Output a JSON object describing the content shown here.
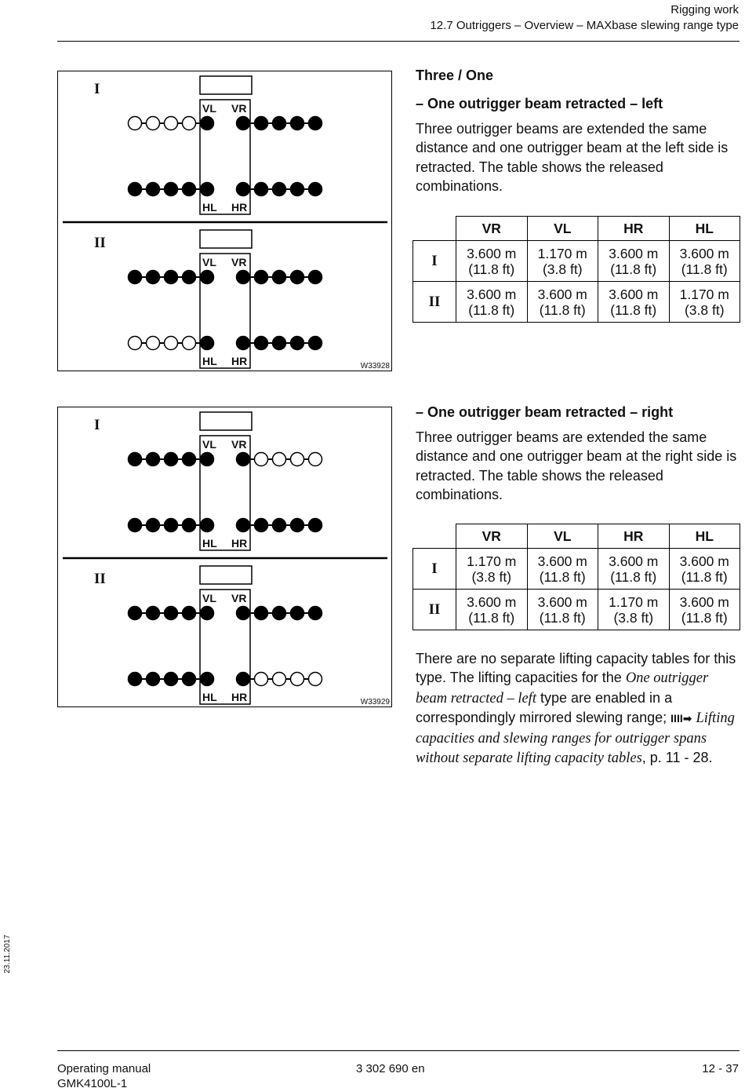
{
  "header": {
    "section": "Rigging work",
    "subsection": "12.7 Outriggers – Overview – MAXbase slewing range type"
  },
  "figures": [
    {
      "code": "W33928",
      "panels": [
        {
          "label": "I",
          "front": {
            "left_extended": 0,
            "right_extended": 4
          },
          "rear": {
            "left_extended": 4,
            "right_extended": 4
          }
        },
        {
          "label": "II",
          "front": {
            "left_extended": 4,
            "right_extended": 4
          },
          "rear": {
            "left_extended": 0,
            "right_extended": 4
          }
        }
      ]
    },
    {
      "code": "W33929",
      "panels": [
        {
          "label": "I",
          "front": {
            "left_extended": 4,
            "right_extended": 0
          },
          "rear": {
            "left_extended": 4,
            "right_extended": 4
          }
        },
        {
          "label": "II",
          "front": {
            "left_extended": 4,
            "right_extended": 4
          },
          "rear": {
            "left_extended": 4,
            "right_extended": 0
          }
        }
      ]
    }
  ],
  "figure_labels": {
    "vl": "VL",
    "vr": "VR",
    "hl": "HL",
    "hr": "HR"
  },
  "section1": {
    "title": "Three / One",
    "subtitle": "–  One outrigger beam retracted – left",
    "para": "Three outrigger beams are extended the same distance and one outrigger beam at the left side is retracted. The table shows the released combinations.",
    "table": {
      "columns": [
        "VR",
        "VL",
        "HR",
        "HL"
      ],
      "rows": [
        {
          "label": "I",
          "cells": [
            [
              "3.600 m",
              "(11.8 ft)"
            ],
            [
              "1.170 m",
              "(3.8 ft)"
            ],
            [
              "3.600 m",
              "(11.8 ft)"
            ],
            [
              "3.600 m",
              "(11.8 ft)"
            ]
          ]
        },
        {
          "label": "II",
          "cells": [
            [
              "3.600 m",
              "(11.8 ft)"
            ],
            [
              "3.600 m",
              "(11.8 ft)"
            ],
            [
              "3.600 m",
              "(11.8 ft)"
            ],
            [
              "1.170 m",
              "(3.8 ft)"
            ]
          ]
        }
      ]
    }
  },
  "section2": {
    "subtitle": "–  One outrigger beam retracted – right",
    "para": "Three outrigger beams are extended the same distance and one outrigger beam at the right side is retracted. The table shows the released combinations.",
    "table": {
      "columns": [
        "VR",
        "VL",
        "HR",
        "HL"
      ],
      "rows": [
        {
          "label": "I",
          "cells": [
            [
              "1.170 m",
              "(3.8 ft)"
            ],
            [
              "3.600 m",
              "(11.8 ft)"
            ],
            [
              "3.600 m",
              "(11.8 ft)"
            ],
            [
              "3.600 m",
              "(11.8 ft)"
            ]
          ]
        },
        {
          "label": "II",
          "cells": [
            [
              "3.600 m",
              "(11.8 ft)"
            ],
            [
              "3.600 m",
              "(11.8 ft)"
            ],
            [
              "1.170 m",
              "(3.8 ft)"
            ],
            [
              "3.600 m",
              "(11.8 ft)"
            ]
          ]
        }
      ]
    }
  },
  "closing": {
    "text1": "There are no separate lifting capacity tables for this type. The lifting capacities for the ",
    "italic1": "One outrigger beam retracted – left",
    "text2": " type are enabled in a correspondingly mirrored slewing range;",
    "arrow": "IIII➡",
    "italic2": "Lifting capacities and slewing ranges for outrig­ger spans without separate lifting capacity tables",
    "text3": ", p. 11 - 28."
  },
  "side_date": "23.11.2017",
  "footer": {
    "manual": "Operating manual",
    "model": "GMK4100L-1",
    "doc_number": "3 302 690 en",
    "page": "12 - 37"
  }
}
